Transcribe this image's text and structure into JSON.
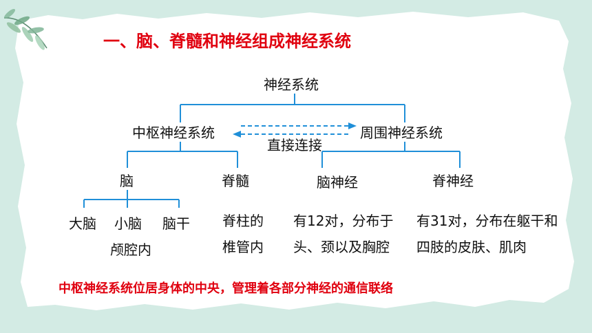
{
  "title": "一、脑、脊髓和神经组成神经系统",
  "nodes": {
    "root": "神经系统",
    "central": "中枢神经系统",
    "peripheral": "周围神经系统",
    "connect_label": "直接连接",
    "brain": "脑",
    "spinal_cord": "脊髓",
    "cranial_nerves": "脑神经",
    "spinal_nerves": "脊神经",
    "cerebrum": "大脑",
    "cerebellum": "小脑",
    "brainstem": "脑干",
    "cranial_cavity": "颅腔内",
    "spine_line1": "脊柱的",
    "spine_line2": "椎管内",
    "cranial_desc_line1": "有12对，分布于",
    "cranial_desc_line2": "头、颈以及胸腔",
    "spinal_desc_line1": "有31对，分布在躯干和",
    "spinal_desc_line2": "四肢的皮肤、肌肉"
  },
  "note": "中枢神经系统位居身体的中央，管理着各部分神经的通信联络",
  "colors": {
    "background": "#d3ebe4",
    "paper": "#ffffff",
    "line": "#1f8fd8",
    "accent": "#e0000f"
  }
}
